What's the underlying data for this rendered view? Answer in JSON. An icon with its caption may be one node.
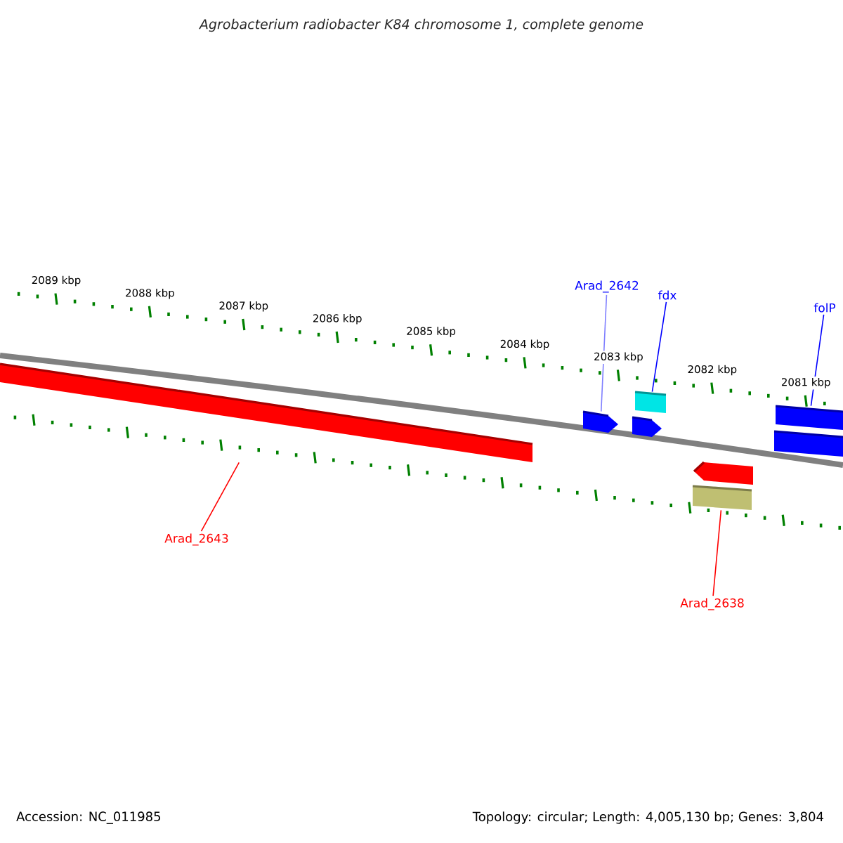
{
  "diagram": {
    "title": "Agrobacterium radiobacter K84 chromosome 1, complete genome",
    "nodes": [
      {
        "text": [
          "Arad_2642"
        ]
      },
      {
        "text": [
          "fdx"
        ]
      },
      {
        "text": [
          "folP"
        ]
      },
      {
        "text": [
          "Arad_2643"
        ]
      },
      {
        "text": [
          "Arad_2638"
        ]
      },
      {
        "text": [],
        "shape": "bar"
      },
      {
        "text": [],
        "shape": "pentagon"
      },
      {
        "text": [],
        "shape": "bar"
      },
      {
        "text": [],
        "shape": "pentagon"
      },
      {
        "text": [],
        "shape": "pentagon"
      },
      {
        "text": [],
        "shape": "bar"
      },
      {
        "text": [],
        "shape": "bar"
      },
      {
        "text": [],
        "shape": "bar"
      }
    ],
    "edges": [
      {
        "from": 0,
        "to": 6,
        "arrow": "none",
        "color": "#8080ff"
      },
      {
        "from": 1,
        "to": 7,
        "arrow": "none"
      },
      {
        "from": 2,
        "to": 11,
        "arrow": "none"
      },
      {
        "from": 3,
        "to": 5,
        "arrow": "none",
        "color": "#ff0000"
      },
      {
        "from": 4,
        "to": 10,
        "arrow": "none",
        "color": "#ff0000"
      }
    ],
    "labels": [
      "2089 kbp",
      "2088 kbp",
      "2087 kbp",
      "2086 kbp",
      "2085 kbp",
      "2084 kbp",
      "2083 kbp",
      "2082 kbp",
      "2081 kbp",
      "Accession: NC_011985",
      "Topology: circular; Length: 4,005,130 bp; Genes: 3,804"
    ]
  }
}
